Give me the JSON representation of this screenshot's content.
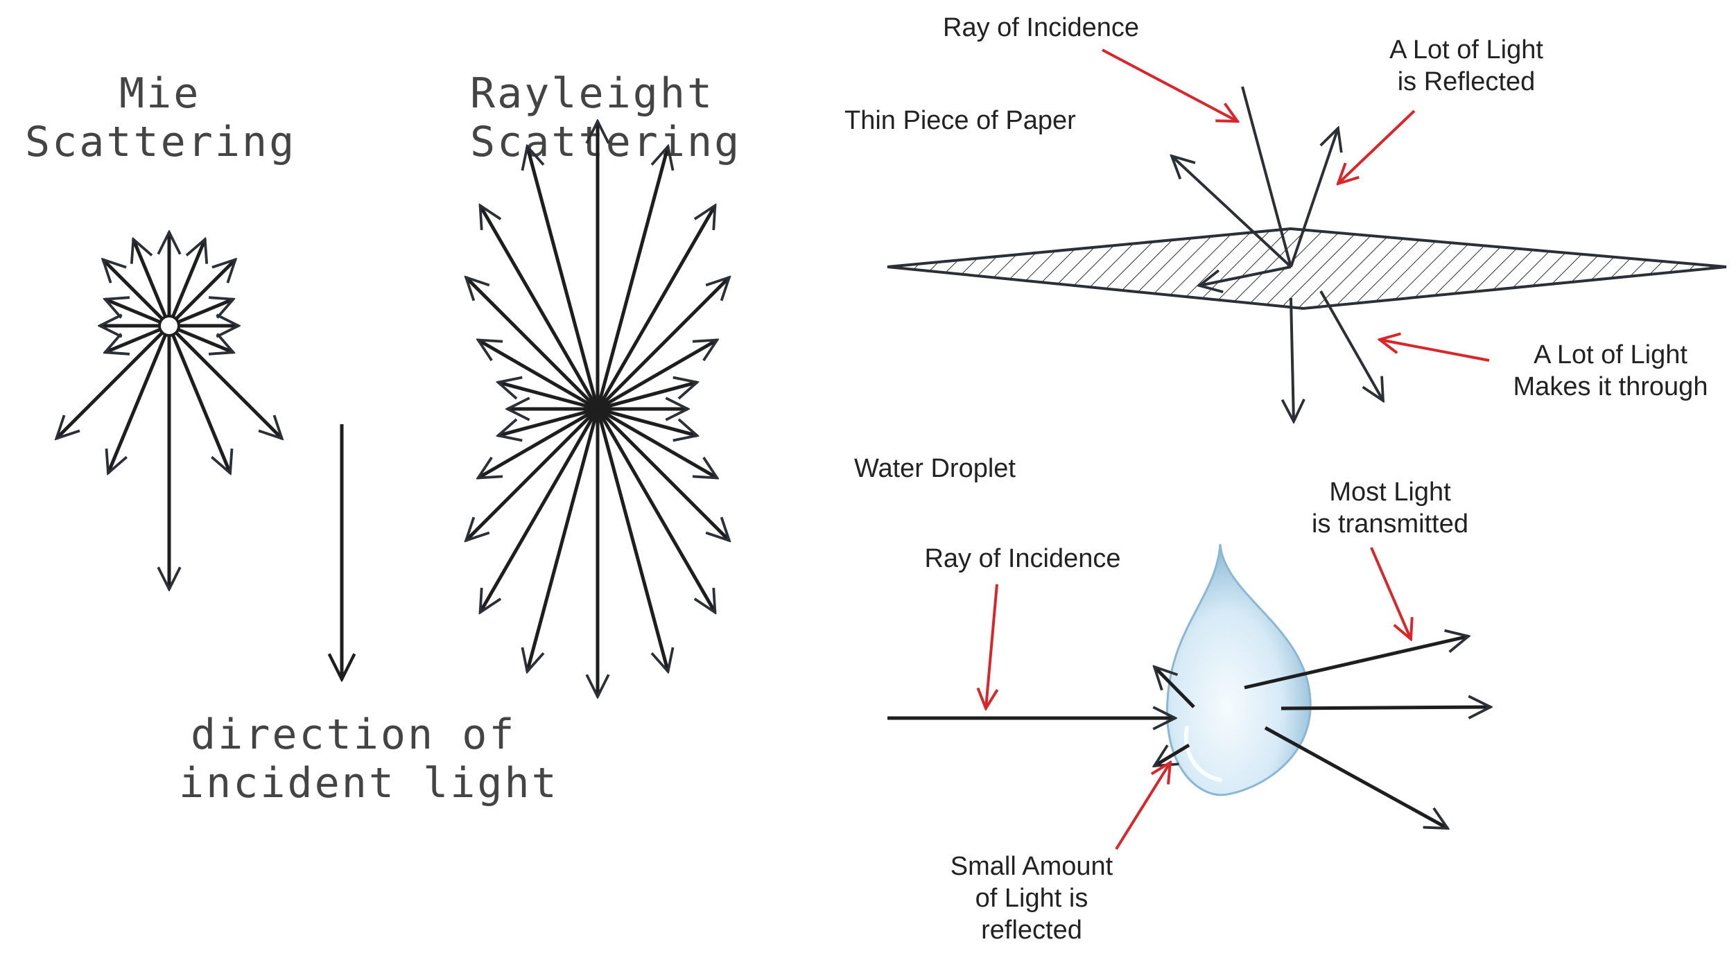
{
  "left_panel": {
    "mie_title": [
      "Mie",
      "Scattering"
    ],
    "rayleigh_title": [
      "Rayleight",
      "Scattering"
    ],
    "incident_caption": [
      "direction of",
      "incident light"
    ]
  },
  "paper_panel": {
    "title": "Thin Piece of Paper",
    "ray_label": "Ray of Incidence",
    "reflected_label": [
      "A Lot of Light",
      "is Reflected"
    ],
    "through_label": [
      "A Lot of Light",
      "Makes it through"
    ]
  },
  "droplet_panel": {
    "title": "Water Droplet",
    "ray_label": "Ray of Incidence",
    "transmitted_label": [
      "Most Light",
      "is transmitted"
    ],
    "reflected_label": [
      "Small Amount",
      "of Light is",
      "reflected"
    ]
  },
  "colors": {
    "ink": "#2b2f36",
    "pointer": "#d9262b",
    "water_light": "#e9f4fb",
    "water_dark": "#7fb0cf"
  }
}
